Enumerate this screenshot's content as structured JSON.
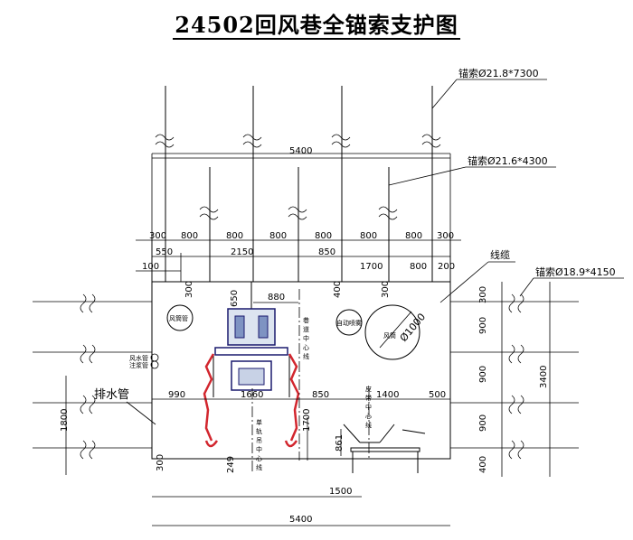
{
  "title": "24502回风巷全锚索支护图",
  "anchor_labels": {
    "long": "锚索Ø21.8*7300",
    "mid": "锚索Ø21.6*4300",
    "short": "锚索Ø18.9*4150",
    "cable": "线缆",
    "drain": "排水管"
  },
  "top_dims": {
    "width": "5400",
    "spacings": [
      "300",
      "800",
      "800",
      "800",
      "800",
      "800",
      "800",
      "300"
    ],
    "row3": [
      "550",
      "2150",
      "850",
      "1700",
      "800",
      "200"
    ],
    "left_100": "100"
  },
  "inner_dims": {
    "d300a": "300",
    "d650": "650",
    "d880": "880",
    "d400": "400",
    "d300b": "300",
    "d990": "990",
    "d1660": "1660",
    "d850": "850",
    "d1400": "1400",
    "d500": "500",
    "d1700": "1700",
    "d249": "249",
    "d861": "861",
    "d300c": "300"
  },
  "right_dims": {
    "steps": [
      "300",
      "900",
      "900",
      "900",
      "400"
    ],
    "total": "3400"
  },
  "left_dims": {
    "total": "1800"
  },
  "bottom_dims": {
    "d1500": "1500",
    "d5400": "5400"
  },
  "equipment": {
    "air_pipe": "风筒管",
    "fan_big": "风筒",
    "fan_dia": "Ø1000",
    "auto_pipe": "自动喷雾",
    "water1": "风水管",
    "water2": "注浆管",
    "center_line": [
      "巷",
      "道",
      "中",
      "心",
      "线"
    ],
    "rail_line": [
      "单",
      "轨",
      "吊",
      "中",
      "心",
      "线"
    ],
    "belt_line": [
      "皮",
      "带",
      "中",
      "心",
      "线"
    ]
  }
}
